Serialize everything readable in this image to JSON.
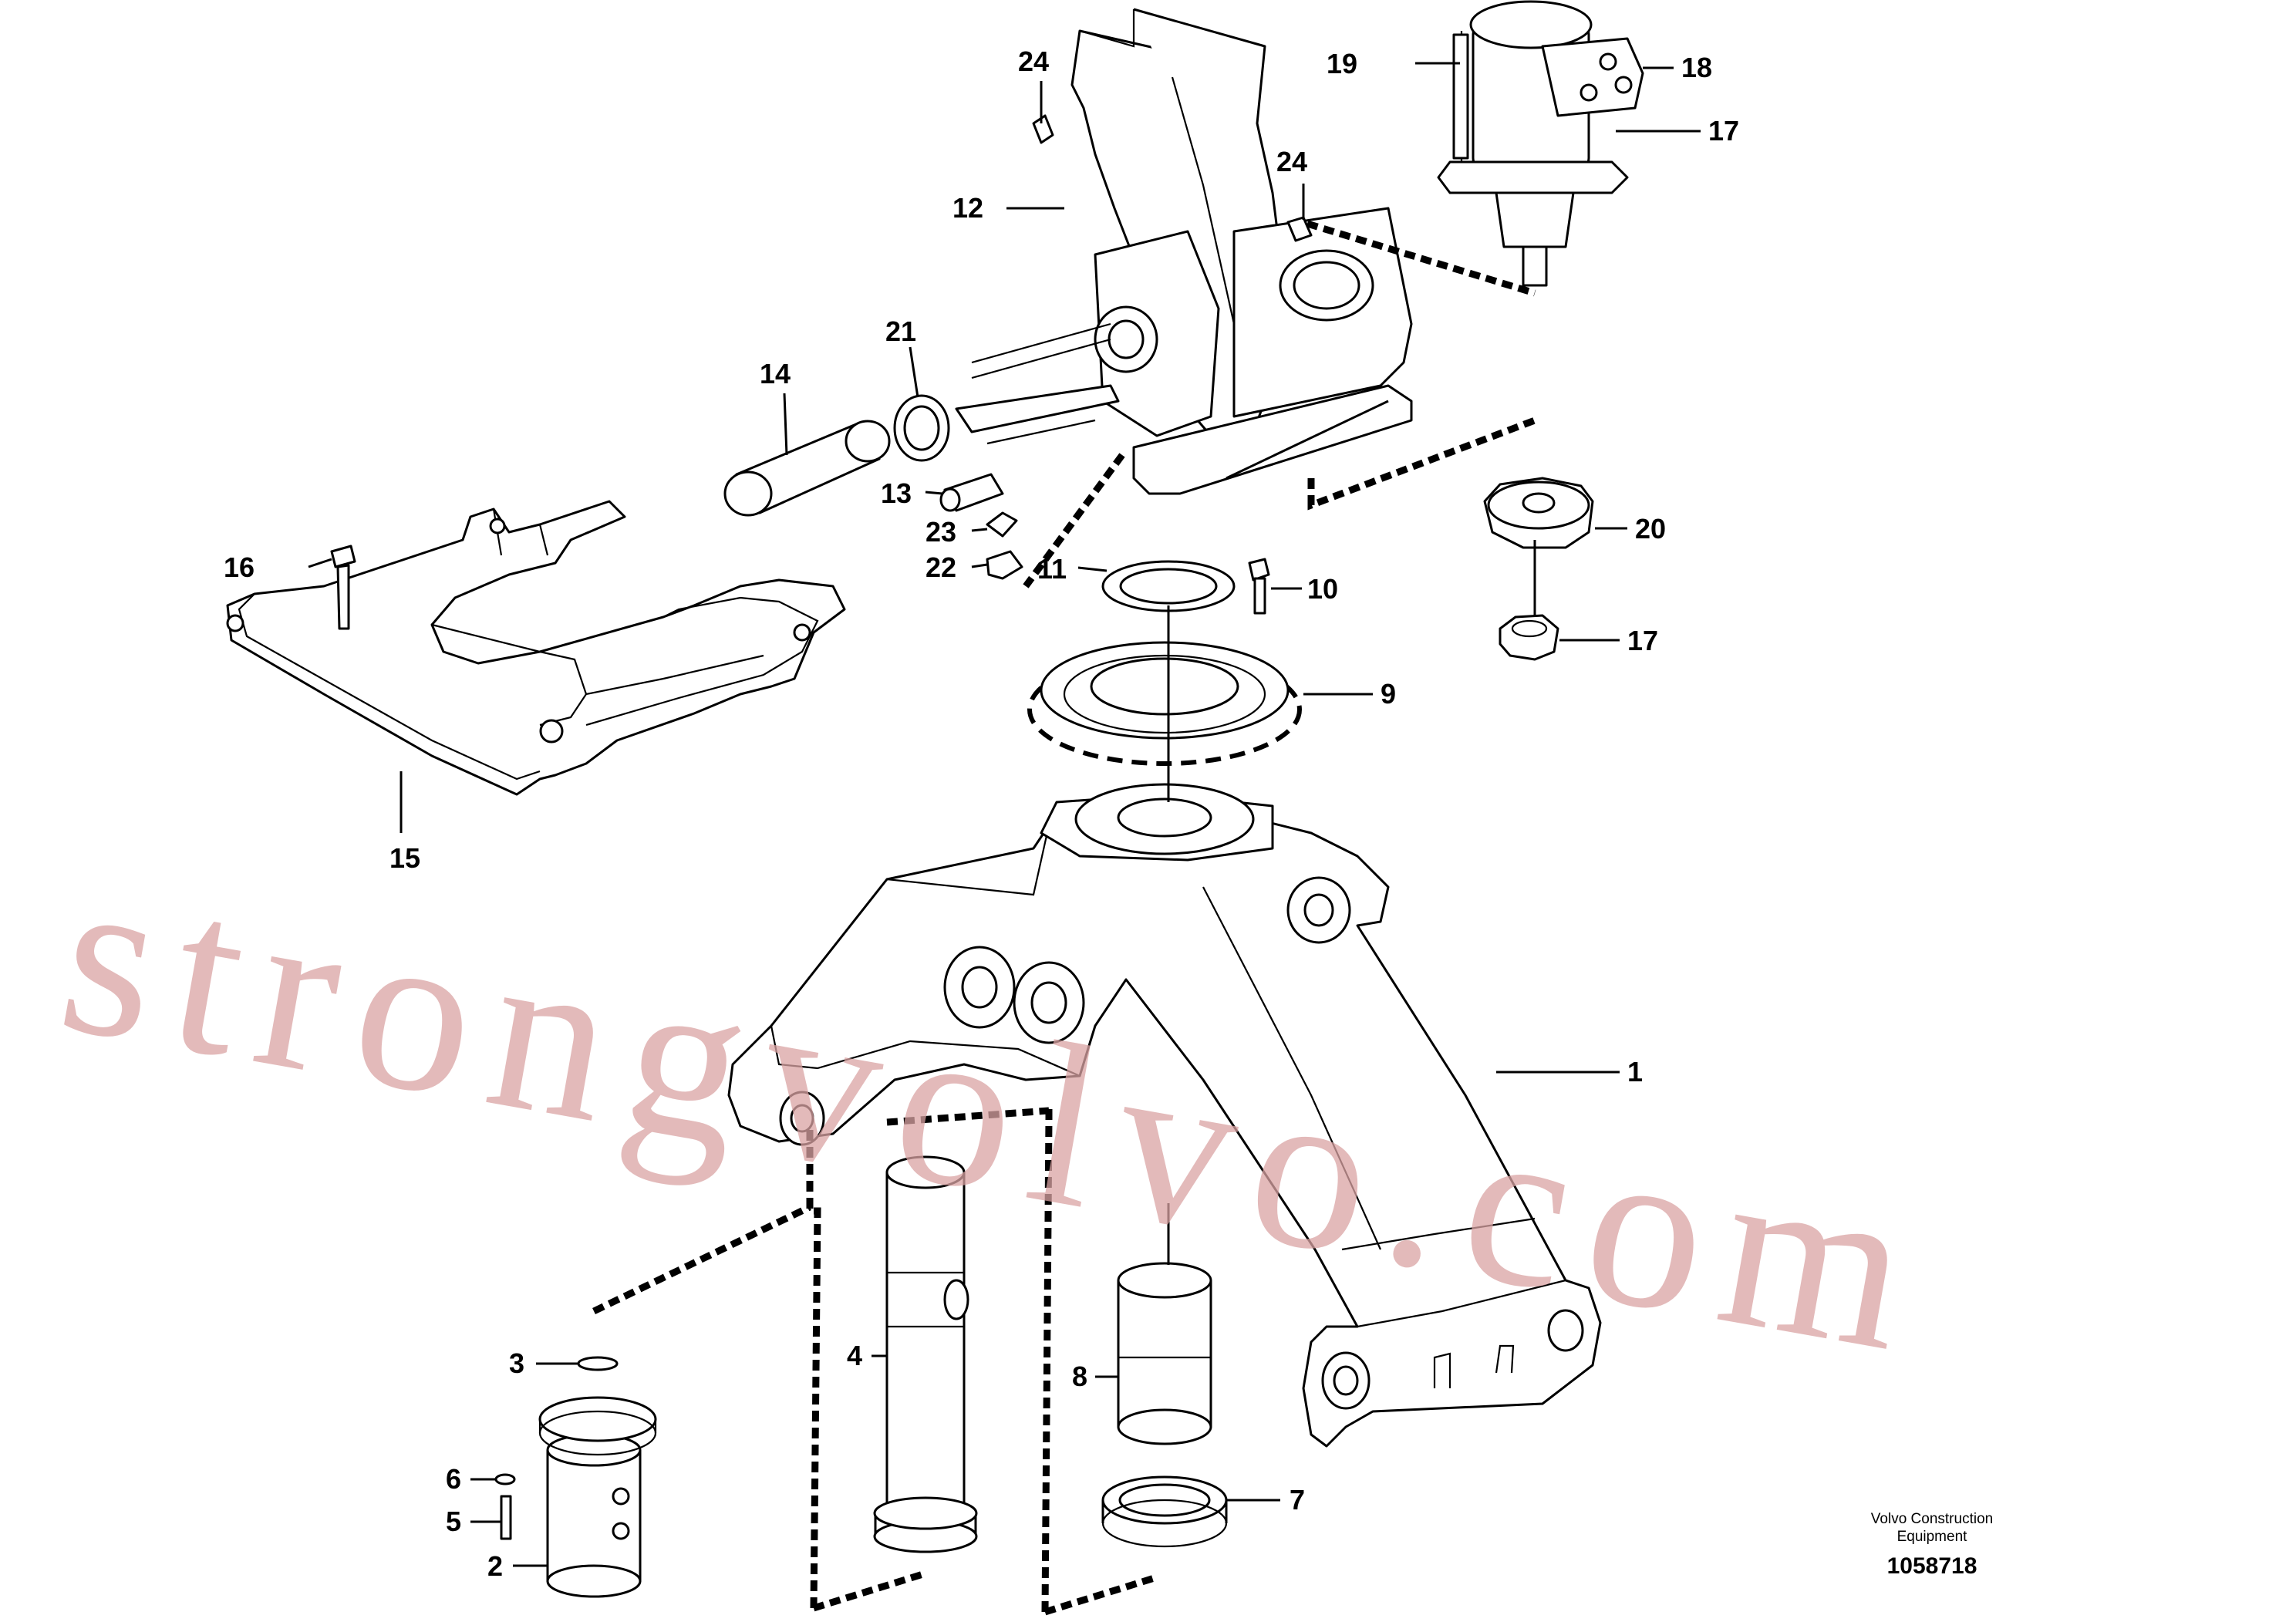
{
  "callouts": {
    "c24a": "24",
    "c19": "19",
    "c18": "18",
    "c17a": "17",
    "c12": "12",
    "c24b": "24",
    "c21": "21",
    "c14": "14",
    "c13": "13",
    "c23": "23",
    "c22": "22",
    "c11": "11",
    "c10": "10",
    "c20": "20",
    "c17b": "17",
    "c16": "16",
    "c9": "9",
    "c15": "15",
    "c1": "1",
    "c3": "3",
    "c4": "4",
    "c8": "8",
    "c6": "6",
    "c5": "5",
    "c7": "7",
    "c2": "2"
  },
  "brand": {
    "line1": "Volvo Construction",
    "line2": "Equipment"
  },
  "document_number": "1058718",
  "watermark": "strongvolvo.com",
  "colors": {
    "line": "#000000",
    "watermark": "#d9a3a3",
    "background": "#ffffff"
  }
}
